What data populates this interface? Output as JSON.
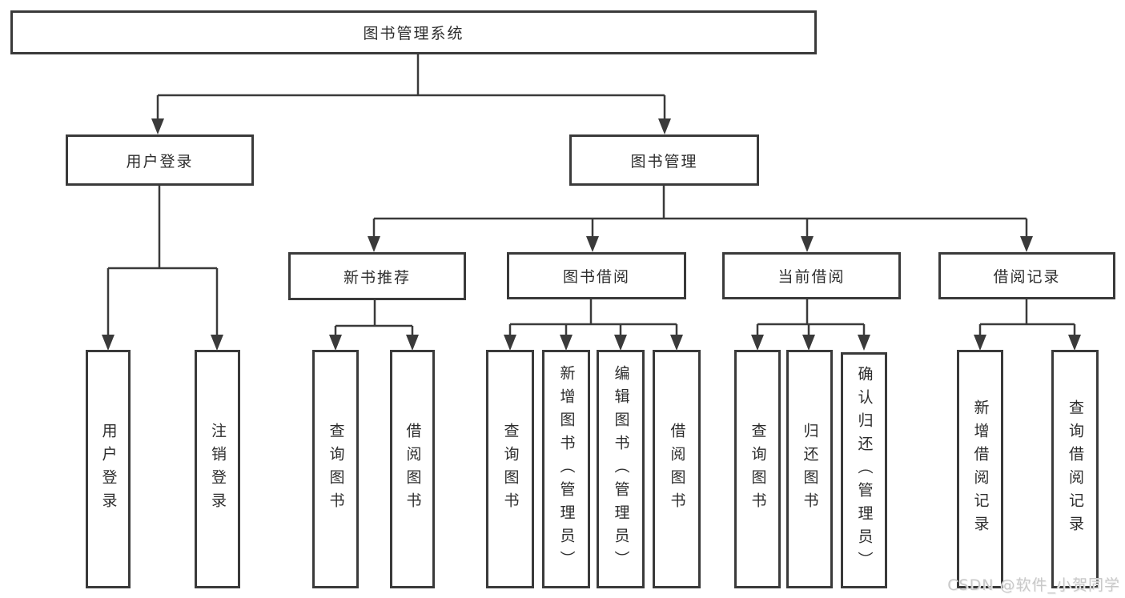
{
  "colors": {
    "line": "#3a3a3a",
    "box_border": "#3a3a3a",
    "text": "#2d2d2d",
    "background": "#ffffff",
    "watermark": "#c9c9c9"
  },
  "diagram": {
    "title": "图书管理系统",
    "level2": {
      "user_login": "用户登录",
      "book_management": "图书管理"
    },
    "level3": {
      "new_books": "新书推荐",
      "book_borrow": "图书借阅",
      "current_borrow": "当前借阅",
      "borrow_records": "借阅记录"
    },
    "leaves": {
      "user_login_1": "用户登录",
      "user_login_2": "注销登录",
      "new_books_1": "查询图书",
      "new_books_2": "借阅图书",
      "book_borrow_1": "查询图书",
      "book_borrow_2": "新增图书（管理员）",
      "book_borrow_3": "编辑图书（管理员）",
      "book_borrow_4": "借阅图书",
      "current_borrow_1": "查询图书",
      "current_borrow_2": "归还图书",
      "current_borrow_3": "确认归还（管理员）",
      "borrow_records_1": "新增借阅记录",
      "borrow_records_2": "查询借阅记录"
    }
  },
  "watermark": "CSDN @软件_小贺同学"
}
